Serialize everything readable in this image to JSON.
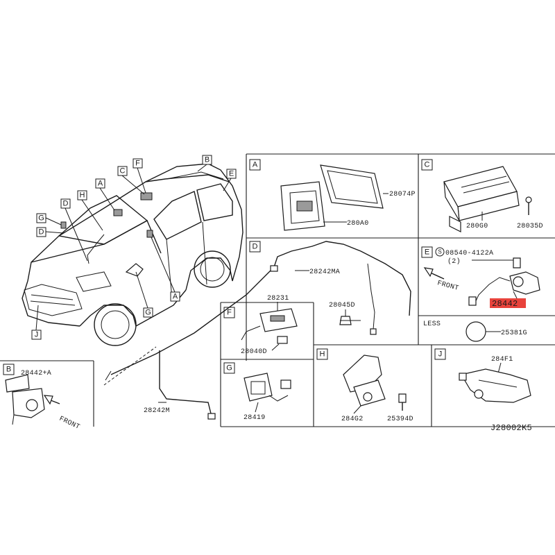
{
  "diagram_code": "J28002K5",
  "section_letters": [
    "A",
    "B",
    "C",
    "D",
    "E",
    "F",
    "G",
    "H",
    "J"
  ],
  "parts": {
    "a_bracket": "28074P",
    "a_unit": "280A0",
    "c_module": "280G0",
    "c_bolt": "28035D",
    "d_harness_upper": "28242MA",
    "d_harness_lower": "28242M",
    "d_clip": "28045D",
    "e_screw": "08540-4122A",
    "e_screw_qty": "(2)",
    "e_camera": "28442",
    "e_less": "LESS",
    "e_cap": "25381G",
    "b_camera": "28442+A",
    "f_sensor": "28231",
    "f_connector": "28040D",
    "g_part": "28419",
    "h_part": "284G2",
    "h_bolt": "25394D",
    "j_part": "284F1"
  },
  "front_label": "FRONT",
  "screw_symbol": "S",
  "colors": {
    "highlight": "#e8433c",
    "line": "#1a1a1a"
  }
}
